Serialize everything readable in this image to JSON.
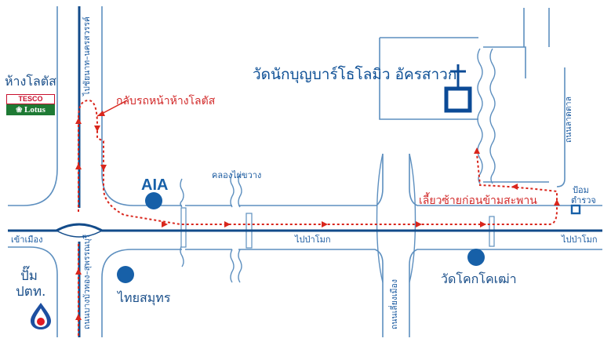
{
  "title": "วัดนักบุญบาร์โธโลมิว อัครสาวก",
  "landmarks": {
    "lotus": "ห้างโลตัส",
    "lotus_logo_top": "TESCO",
    "lotus_logo_bottom": "Lotus",
    "aia": "AIA",
    "thaisamut": "ไทยสมุทร",
    "ptt_line1": "ปั๊ม",
    "ptt_line2": "ปตท.",
    "police_line1": "ป้อม",
    "police_line2": "ตำรวจ",
    "watkok": "วัดโคกโคเฒ่า"
  },
  "roads": {
    "north_road": "ไปชัยนาท–นครสวรรค์",
    "south_road": "ถนนบางบัวทอง–สุพรรณบุรี",
    "west": "เข้าเมือง",
    "east_1": "ไปป่าโมก",
    "east_2": "ไปป่าโมก",
    "canal": "คลองไผ่ขวาง",
    "bypass": "ถนนเลี่ยงเมือง",
    "side_road": "ถนนลาดตาล"
  },
  "directions": {
    "uturn": "กลับรถหน้าห้างโลตัส",
    "turn_left": "เลี้ยวซ้ายก่อนข้ามสะพาน"
  },
  "colors": {
    "road_outline": "#5d8fbf",
    "median": "#124b8a",
    "route": "#d9261c",
    "marker": "#1760a8",
    "church": "#0b4a96"
  }
}
